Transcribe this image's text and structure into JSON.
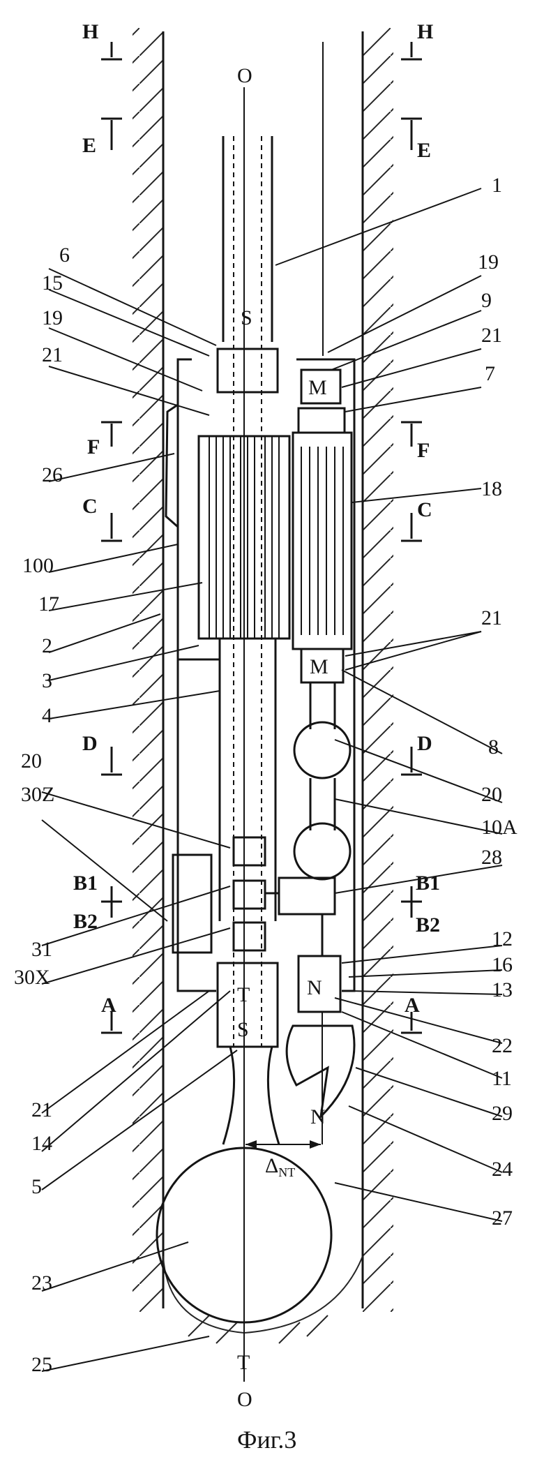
{
  "figure": {
    "caption": "Фиг.3",
    "axis_label_top": "O",
    "axis_label_bottom": "O",
    "inner_letters": {
      "S_top": "S",
      "M_top": "M",
      "M_mid": "M",
      "T": "T",
      "S_low": "S",
      "N": "N",
      "N_tip": "N",
      "T_bottom": "T",
      "delta": "Δ",
      "delta_sub": "NT"
    },
    "section_marks": {
      "H_left": "H",
      "H_right": "H",
      "E_left": "E",
      "E_right": "E",
      "F_left": "F",
      "F_right": "F",
      "C_left": "C",
      "C_right": "C",
      "D_left": "D",
      "D_right": "D",
      "B1_left": "B1",
      "B1_right": "B1",
      "B2_left": "B2",
      "B2_right": "B2",
      "A_left": "A",
      "A_right": "A"
    },
    "callouts_left": [
      "6",
      "15",
      "19",
      "21",
      "26",
      "100",
      "17",
      "2",
      "3",
      "4",
      "20",
      "30Z",
      "31",
      "30X",
      "21",
      "14",
      "5",
      "23",
      "25"
    ],
    "callouts_right": [
      "1",
      "19",
      "9",
      "21",
      "7",
      "18",
      "21",
      "8",
      "20",
      "10A",
      "28",
      "12",
      "16",
      "13",
      "22",
      "11",
      "29",
      "24",
      "27"
    ]
  }
}
